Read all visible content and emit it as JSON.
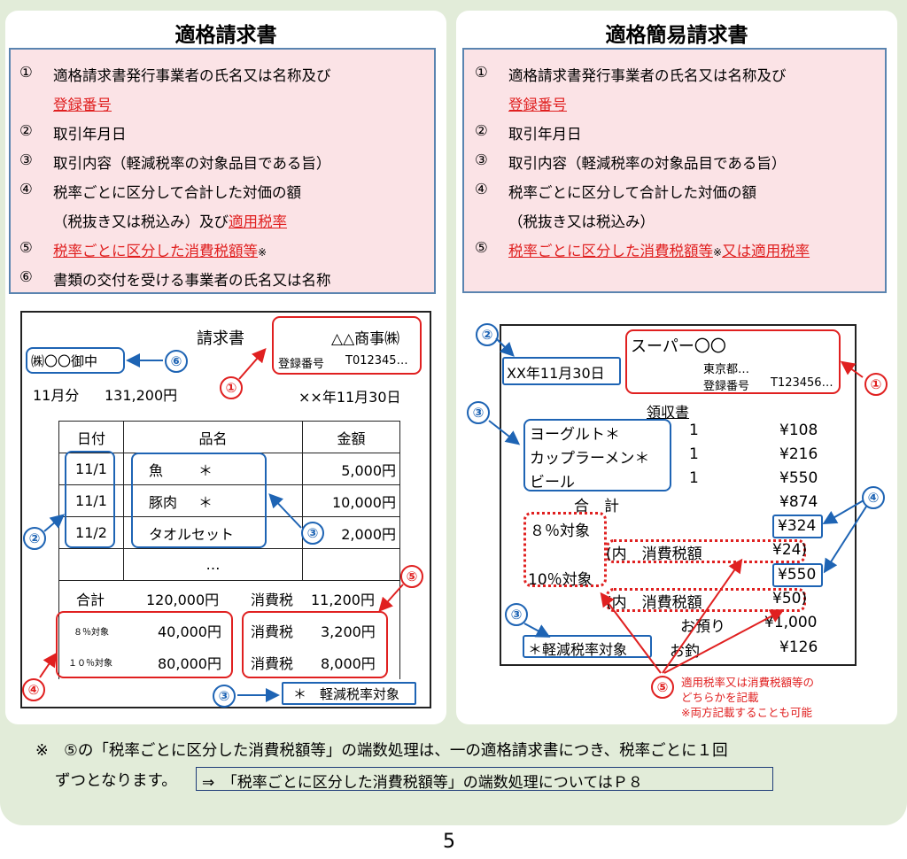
{
  "left": {
    "title": "適格請求書",
    "req": [
      {
        "num": "①",
        "text": "適格請求書発行事業者の氏名又は名称及び"
      },
      {
        "num": "",
        "text": "登録番号"
      },
      {
        "num": "②",
        "text": "取引年月日"
      },
      {
        "num": "③",
        "text": "取引内容（軽減税率の対象品目である旨）"
      },
      {
        "num": "④",
        "text": "税率ごとに区分して合計した対価の額"
      },
      {
        "num": "",
        "text_a": "（税抜き又は税込み）及び",
        "text_b": "適用税率"
      },
      {
        "num": "⑤",
        "text": "税率ごとに区分した消費税額等",
        "note": "※"
      },
      {
        "num": "⑥",
        "text": "書類の交付を受ける事業者の氏名又は名称"
      }
    ],
    "invoice": {
      "heading": "請求書",
      "issuer": "△△商事㈱",
      "reg_label": "登録番号",
      "reg_no": "T012345…",
      "customer": "㈱〇〇御中",
      "period": "11月分",
      "amount": "131,200円",
      "date": "××年11月30日",
      "headers": [
        "日付",
        "品名",
        "金額"
      ],
      "rows": [
        {
          "date": "11/1",
          "item": "魚",
          "mark": "＊",
          "amount": "5,000円"
        },
        {
          "date": "11/1",
          "item": "豚肉",
          "mark": "＊",
          "amount": "10,000円"
        },
        {
          "date": "11/2",
          "item": "タオルセット",
          "mark": "",
          "amount": "2,000円"
        }
      ],
      "ellipsis": "…",
      "total_label": "合計",
      "total": "120,000円",
      "tax_label": "消費税",
      "tax_total": "11,200円",
      "r8_label": "８％対象",
      "r8_amount": "40,000円",
      "r10_label": "１０％対象",
      "r10_amount": "80,000円",
      "tax8_label": "消費税",
      "tax8": "3,200円",
      "tax10_label": "消費税",
      "tax10": "8,000円",
      "reduced_note": "＊　軽減税率対象"
    }
  },
  "right": {
    "title": "適格簡易請求書",
    "req": [
      {
        "num": "①",
        "text": "適格請求書発行事業者の氏名又は名称及び"
      },
      {
        "num": "",
        "text": "登録番号"
      },
      {
        "num": "②",
        "text": "取引年月日"
      },
      {
        "num": "③",
        "text": "取引内容（軽減税率の対象品目である旨）"
      },
      {
        "num": "④",
        "text": "税率ごとに区分して合計した対価の額"
      },
      {
        "num": "",
        "text": "（税抜き又は税込み）"
      },
      {
        "num": "⑤",
        "text_a": "税率ごとに区分した消費税額等",
        "note": "※",
        "text_b": "又は適用税率"
      }
    ],
    "receipt": {
      "date": "XX年11月30日",
      "store": "スーパー〇〇",
      "address": "東京都…",
      "reg_label": "登録番号",
      "reg_no": "T123456…",
      "heading": "領収書",
      "items": [
        {
          "name": "ヨーグルト＊",
          "qty": "1",
          "price": "¥108"
        },
        {
          "name": "カップラーメン＊",
          "qty": "1",
          "price": "¥216"
        },
        {
          "name": "ビール",
          "qty": "1",
          "price": "¥550"
        }
      ],
      "total_label": "合　計",
      "total": "¥874",
      "r8_label": "８％対象",
      "r8_amount": "¥324",
      "r8_tax_label": "(内　消費税額",
      "r8_tax": "¥24)",
      "r10_label": "10％対象",
      "r10_amount": "¥550",
      "r10_tax_label": "(内　消費税額",
      "r10_tax": "¥50)",
      "deposit_label": "お預り",
      "deposit": "¥1,000",
      "change_label": "お釣",
      "change": "¥126",
      "reduced_note": "＊軽減税率対象",
      "callout_1": "適用税率又は消費税額等の",
      "callout_2": "どちらかを記載",
      "callout_3": "※両方記載することも可能"
    }
  },
  "markers": {
    "c1": "①",
    "c2": "②",
    "c3": "③",
    "c4": "④",
    "c5": "⑤",
    "c6": "⑥"
  },
  "footnote": {
    "line1": "※　⑤の「税率ごとに区分した消費税額等」の端数処理は、一の適格請求書につき、税率ごとに１回",
    "line2": "ずつとなります。",
    "link": "⇒　「税率ごとに区分した消費税額等」の端数処理についてはＰ８"
  },
  "page_number": "5",
  "colors": {
    "red": "#e02020",
    "blue": "#1e64b4",
    "pink": "#fbe3e6",
    "green_bg": "#e2ecd9"
  }
}
